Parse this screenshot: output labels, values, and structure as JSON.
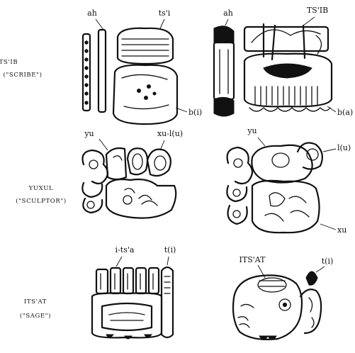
{
  "rows": [
    {
      "title": "TS'IB",
      "gloss": "(\"SCRIBE\")",
      "left_labels": {
        "a": "ah",
        "b": "ts'i",
        "c": "b(i)"
      },
      "right_labels": {
        "a": "ah",
        "b": "TS'IB",
        "c": "b(a)"
      }
    },
    {
      "title": "YUXUL",
      "gloss": "(\"SCULPTOR\")",
      "left_labels": {
        "a": "yu",
        "b": "xu-l(u)"
      },
      "right_labels": {
        "a": "yu",
        "b": "l(u)",
        "c": "xu"
      }
    },
    {
      "title": "ITS'AT",
      "gloss": "(\"SAGE\")",
      "left_labels": {
        "a": "i-ts'a",
        "b": "t(i)"
      },
      "right_labels": {
        "a": "ITS'AT",
        "b": "t(i)"
      }
    }
  ]
}
